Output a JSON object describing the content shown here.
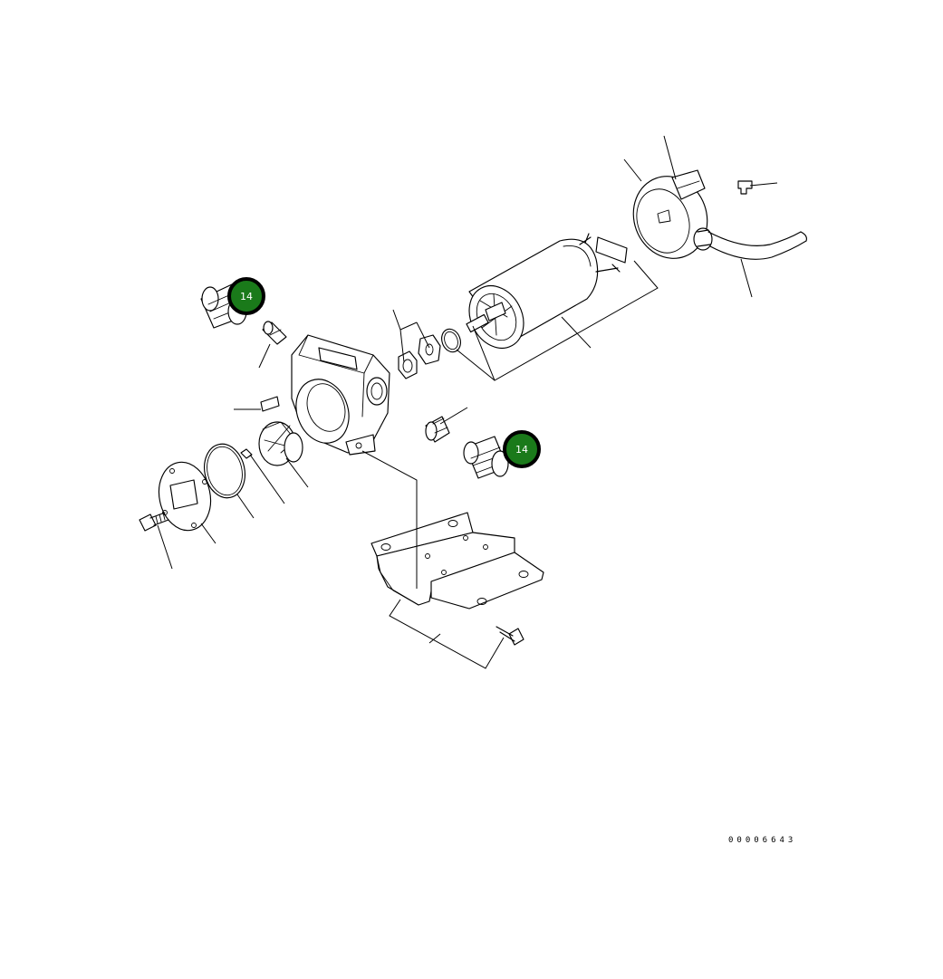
{
  "diagram": {
    "drawing_number": "00006643",
    "callouts": [
      {
        "label": "14",
        "color": "#1a7a1a"
      },
      {
        "label": "14",
        "color": "#1a7a1a"
      }
    ]
  }
}
